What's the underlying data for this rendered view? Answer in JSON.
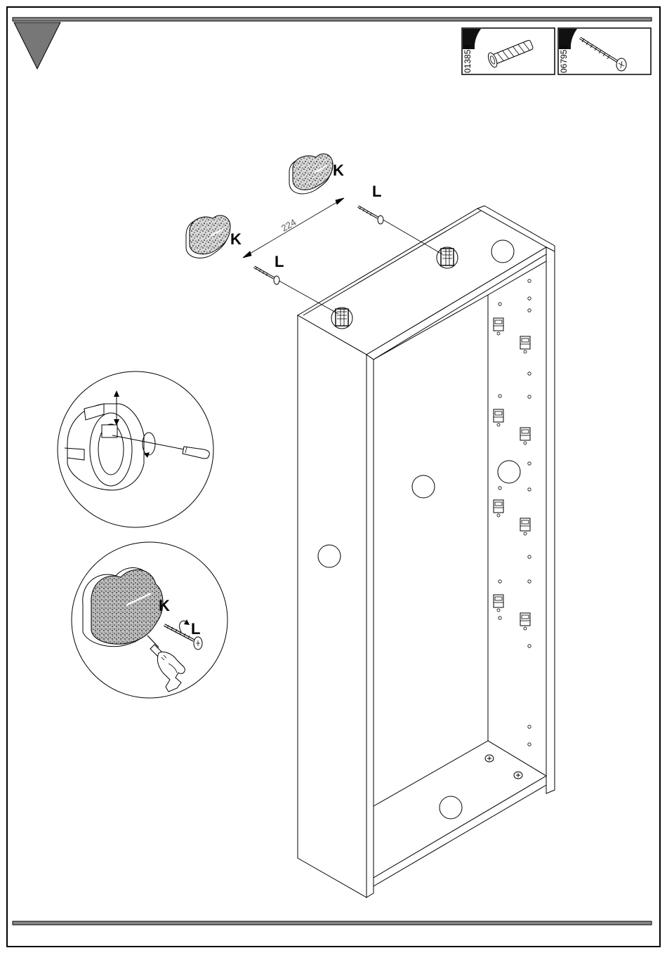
{
  "hardware": [
    {
      "part_number": "013859",
      "icon": "wall-plug-dowel-icon"
    },
    {
      "part_number": "067952",
      "icon": "wood-screw-icon"
    }
  ],
  "labels": {
    "pad": "K",
    "screw": "L"
  },
  "dimension": "224",
  "icons": {
    "step_marker": "triangle-step-icon",
    "drill": "power-drill-icon",
    "screwdriver": "screwdriver-icon"
  }
}
